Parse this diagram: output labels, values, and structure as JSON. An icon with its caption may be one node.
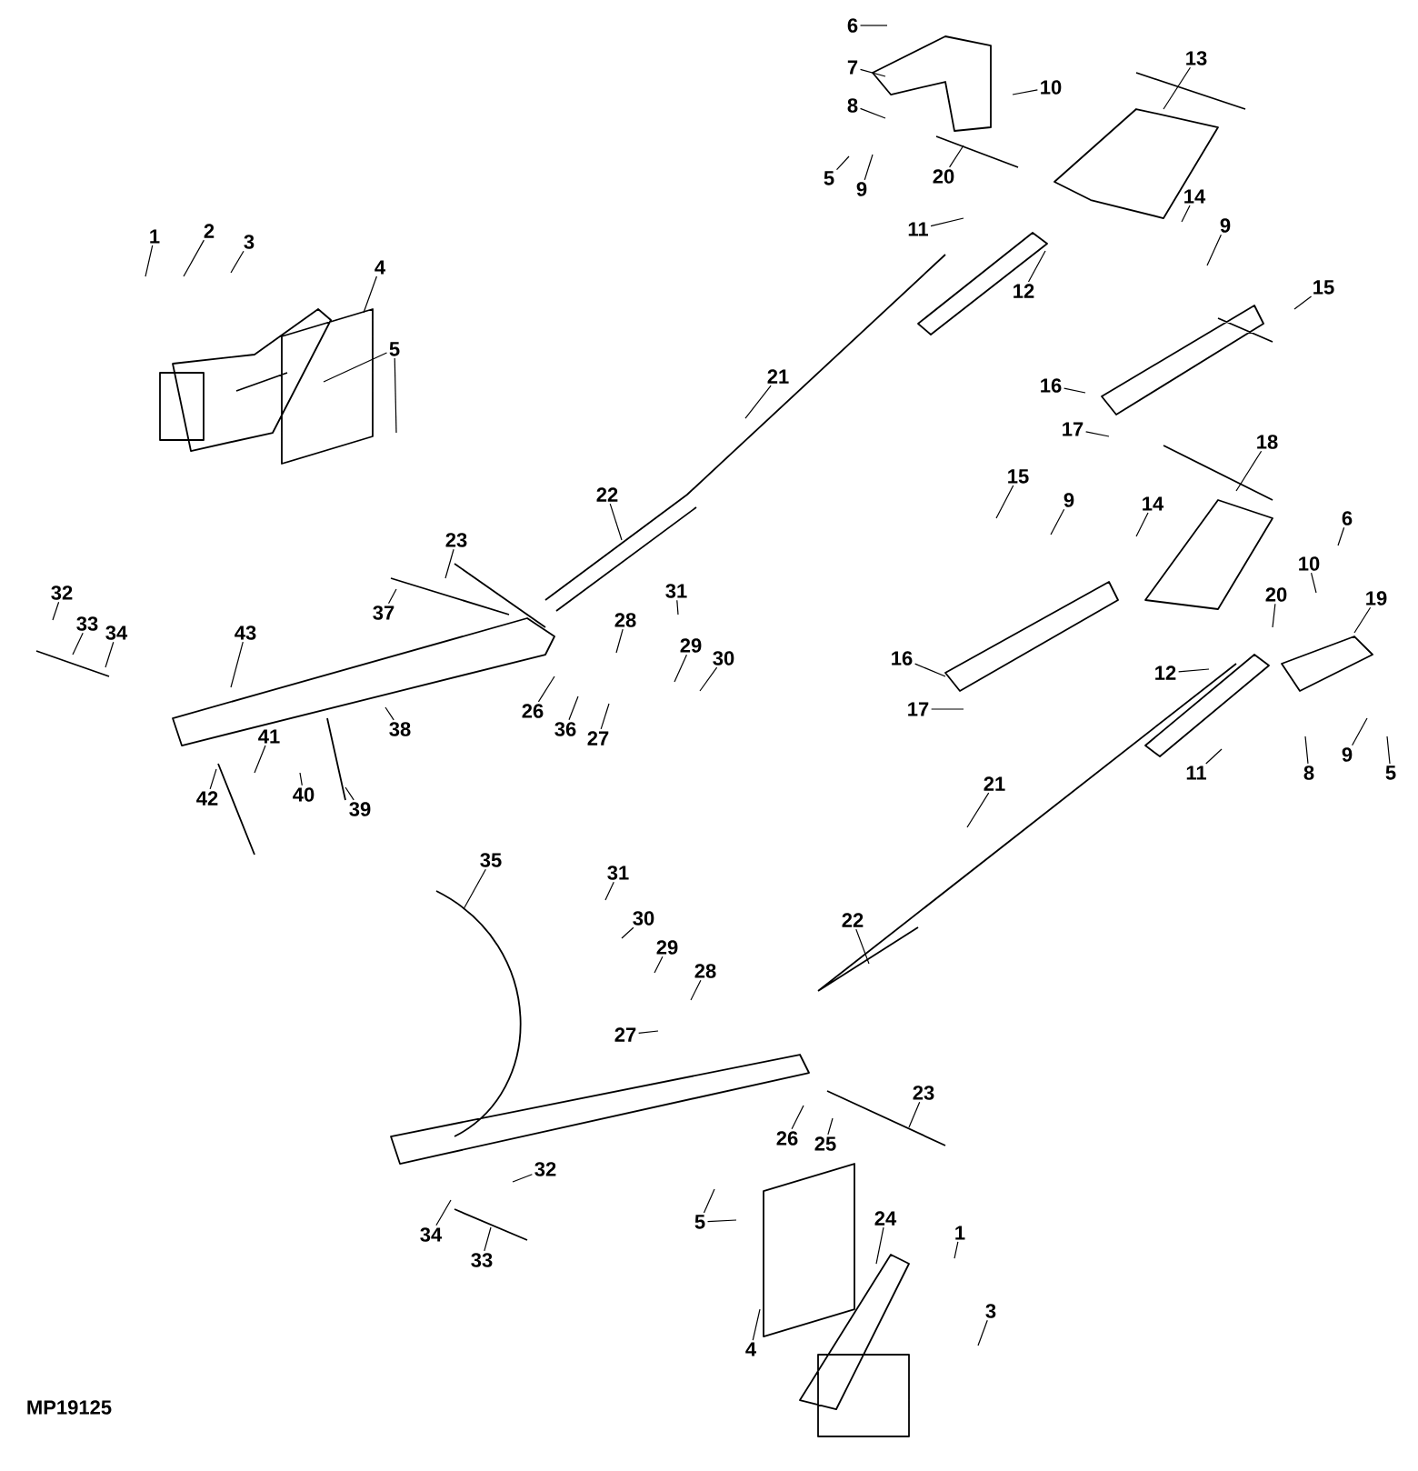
{
  "diagram": {
    "nodes": [
      {
        "text": [
          "1"
        ]
      },
      {
        "text": [
          "2"
        ]
      },
      {
        "text": [
          "3"
        ]
      },
      {
        "text": [
          "4"
        ]
      },
      {
        "text": [
          "5"
        ]
      },
      {
        "text": [
          "6"
        ]
      },
      {
        "text": [
          "7"
        ]
      },
      {
        "text": [
          "8"
        ]
      },
      {
        "text": [
          "5"
        ]
      },
      {
        "text": [
          "9"
        ]
      },
      {
        "text": [
          "10"
        ]
      },
      {
        "text": [
          "13"
        ]
      },
      {
        "text": [
          "20"
        ]
      },
      {
        "text": [
          "14"
        ]
      },
      {
        "text": [
          "9"
        ]
      },
      {
        "text": [
          "11"
        ]
      },
      {
        "text": [
          "12"
        ]
      },
      {
        "text": [
          "15"
        ]
      },
      {
        "text": [
          "21"
        ]
      },
      {
        "text": [
          "16"
        ]
      },
      {
        "text": [
          "17"
        ]
      },
      {
        "text": [
          "18"
        ]
      },
      {
        "text": [
          "15"
        ]
      },
      {
        "text": [
          "9"
        ]
      },
      {
        "text": [
          "14"
        ]
      },
      {
        "text": [
          "6"
        ]
      },
      {
        "text": [
          "22"
        ]
      },
      {
        "text": [
          "23"
        ]
      },
      {
        "text": [
          "10"
        ]
      },
      {
        "text": [
          "20"
        ]
      },
      {
        "text": [
          "19"
        ]
      },
      {
        "text": [
          "37"
        ]
      },
      {
        "text": [
          "32"
        ]
      },
      {
        "text": [
          "33"
        ]
      },
      {
        "text": [
          "34"
        ]
      },
      {
        "text": [
          "43"
        ]
      },
      {
        "text": [
          "28"
        ]
      },
      {
        "text": [
          "31"
        ]
      },
      {
        "text": [
          "16"
        ]
      },
      {
        "text": [
          "12"
        ]
      },
      {
        "text": [
          "29"
        ]
      },
      {
        "text": [
          "30"
        ]
      },
      {
        "text": [
          "26"
        ]
      },
      {
        "text": [
          "36"
        ]
      },
      {
        "text": [
          "27"
        ]
      },
      {
        "text": [
          "17"
        ]
      },
      {
        "text": [
          "41"
        ]
      },
      {
        "text": [
          "38"
        ]
      },
      {
        "text": [
          "8"
        ]
      },
      {
        "text": [
          "9"
        ]
      },
      {
        "text": [
          "5"
        ]
      },
      {
        "text": [
          "11"
        ]
      },
      {
        "text": [
          "42"
        ]
      },
      {
        "text": [
          "40"
        ]
      },
      {
        "text": [
          "39"
        ]
      },
      {
        "text": [
          "21"
        ]
      },
      {
        "text": [
          "35"
        ]
      },
      {
        "text": [
          "31"
        ]
      },
      {
        "text": [
          "30"
        ]
      },
      {
        "text": [
          "29"
        ]
      },
      {
        "text": [
          "28"
        ]
      },
      {
        "text": [
          "22"
        ]
      },
      {
        "text": [
          "27"
        ]
      },
      {
        "text": [
          "26"
        ]
      },
      {
        "text": [
          "25"
        ]
      },
      {
        "text": [
          "23"
        ]
      },
      {
        "text": [
          "32"
        ]
      },
      {
        "text": [
          "34"
        ]
      },
      {
        "text": [
          "33"
        ]
      },
      {
        "text": [
          "5"
        ]
      },
      {
        "text": [
          "24"
        ]
      },
      {
        "text": [
          "1"
        ]
      },
      {
        "text": [
          "4"
        ]
      },
      {
        "text": [
          "3"
        ]
      }
    ],
    "edges": [
      {
        "from": 0,
        "to": null,
        "arrow": "none"
      },
      {
        "from": 1,
        "to": null,
        "arrow": "none"
      },
      {
        "from": 2,
        "to": null,
        "arrow": "none"
      },
      {
        "from": 3,
        "to": null,
        "arrow": "none"
      },
      {
        "from": 4,
        "to": null,
        "arrow": "none"
      },
      {
        "from": 4,
        "to": null,
        "arrow": "none"
      },
      {
        "from": 5,
        "to": null,
        "arrow": "none"
      },
      {
        "from": 6,
        "to": null,
        "arrow": "none"
      },
      {
        "from": 7,
        "to": null,
        "arrow": "none"
      },
      {
        "from": 8,
        "to": null,
        "arrow": "none"
      },
      {
        "from": 9,
        "to": null,
        "arrow": "none"
      },
      {
        "from": 10,
        "to": null,
        "arrow": "none"
      },
      {
        "from": 11,
        "to": null,
        "arrow": "none"
      },
      {
        "from": 12,
        "to": null,
        "arrow": "none"
      },
      {
        "from": 13,
        "to": null,
        "arrow": "none"
      },
      {
        "from": 14,
        "to": null,
        "arrow": "none"
      },
      {
        "from": 15,
        "to": null,
        "arrow": "none"
      },
      {
        "from": 16,
        "to": null,
        "arrow": "none"
      },
      {
        "from": 17,
        "to": null,
        "arrow": "none"
      },
      {
        "from": 18,
        "to": null,
        "arrow": "none"
      },
      {
        "from": 19,
        "to": null,
        "arrow": "none"
      },
      {
        "from": 20,
        "to": null,
        "arrow": "none"
      },
      {
        "from": 21,
        "to": null,
        "arrow": "none"
      },
      {
        "from": 22,
        "to": null,
        "arrow": "none"
      },
      {
        "from": 23,
        "to": null,
        "arrow": "none"
      },
      {
        "from": 24,
        "to": null,
        "arrow": "none"
      },
      {
        "from": 25,
        "to": null,
        "arrow": "none"
      },
      {
        "from": 26,
        "to": null,
        "arrow": "none"
      },
      {
        "from": 27,
        "to": null,
        "arrow": "none"
      },
      {
        "from": 28,
        "to": null,
        "arrow": "none"
      },
      {
        "from": 29,
        "to": null,
        "arrow": "none"
      },
      {
        "from": 30,
        "to": null,
        "arrow": "none"
      },
      {
        "from": 31,
        "to": null,
        "arrow": "none"
      },
      {
        "from": 32,
        "to": null,
        "arrow": "none"
      },
      {
        "from": 33,
        "to": null,
        "arrow": "none"
      },
      {
        "from": 34,
        "to": null,
        "arrow": "none"
      },
      {
        "from": 35,
        "to": null,
        "arrow": "none"
      },
      {
        "from": 36,
        "to": null,
        "arrow": "none"
      },
      {
        "from": 37,
        "to": null,
        "arrow": "none"
      },
      {
        "from": 38,
        "to": null,
        "arrow": "none"
      },
      {
        "from": 39,
        "to": null,
        "arrow": "none"
      },
      {
        "from": 40,
        "to": null,
        "arrow": "none"
      },
      {
        "from": 41,
        "to": null,
        "arrow": "none"
      },
      {
        "from": 42,
        "to": null,
        "arrow": "none"
      },
      {
        "from": 43,
        "to": null,
        "arrow": "none"
      },
      {
        "from": 44,
        "to": null,
        "arrow": "none"
      },
      {
        "from": 45,
        "to": null,
        "arrow": "none"
      },
      {
        "from": 46,
        "to": null,
        "arrow": "none"
      },
      {
        "from": 47,
        "to": null,
        "arrow": "none"
      },
      {
        "from": 48,
        "to": null,
        "arrow": "none"
      },
      {
        "from": 49,
        "to": null,
        "arrow": "none"
      },
      {
        "from": 50,
        "to": null,
        "arrow": "none"
      },
      {
        "from": 51,
        "to": null,
        "arrow": "none"
      },
      {
        "from": 52,
        "to": null,
        "arrow": "none"
      },
      {
        "from": 53,
        "to": null,
        "arrow": "none"
      },
      {
        "from": 54,
        "to": null,
        "arrow": "none"
      },
      {
        "from": 55,
        "to": null,
        "arrow": "none"
      },
      {
        "from": 56,
        "to": null,
        "arrow": "none"
      },
      {
        "from": 57,
        "to": null,
        "arrow": "none"
      },
      {
        "from": 58,
        "to": null,
        "arrow": "none"
      },
      {
        "from": 59,
        "to": null,
        "arrow": "none"
      },
      {
        "from": 60,
        "to": null,
        "arrow": "none"
      },
      {
        "from": 61,
        "to": null,
        "arrow": "none"
      },
      {
        "from": 62,
        "to": null,
        "arrow": "none"
      },
      {
        "from": 63,
        "to": null,
        "arrow": "none"
      },
      {
        "from": 64,
        "to": null,
        "arrow": "none"
      },
      {
        "from": 65,
        "to": null,
        "arrow": "none"
      },
      {
        "from": 66,
        "to": null,
        "arrow": "none"
      },
      {
        "from": 67,
        "to": null,
        "arrow": "none"
      },
      {
        "from": 68,
        "to": null,
        "arrow": "none"
      },
      {
        "from": 69,
        "to": null,
        "arrow": "none"
      },
      {
        "from": 69,
        "to": null,
        "arrow": "none"
      },
      {
        "from": 70,
        "to": null,
        "arrow": "none"
      },
      {
        "from": 71,
        "to": null,
        "arrow": "none"
      },
      {
        "from": 72,
        "to": null,
        "arrow": "none"
      },
      {
        "from": 73,
        "to": null,
        "arrow": "none"
      }
    ],
    "labels": [
      "MP19125"
    ]
  }
}
